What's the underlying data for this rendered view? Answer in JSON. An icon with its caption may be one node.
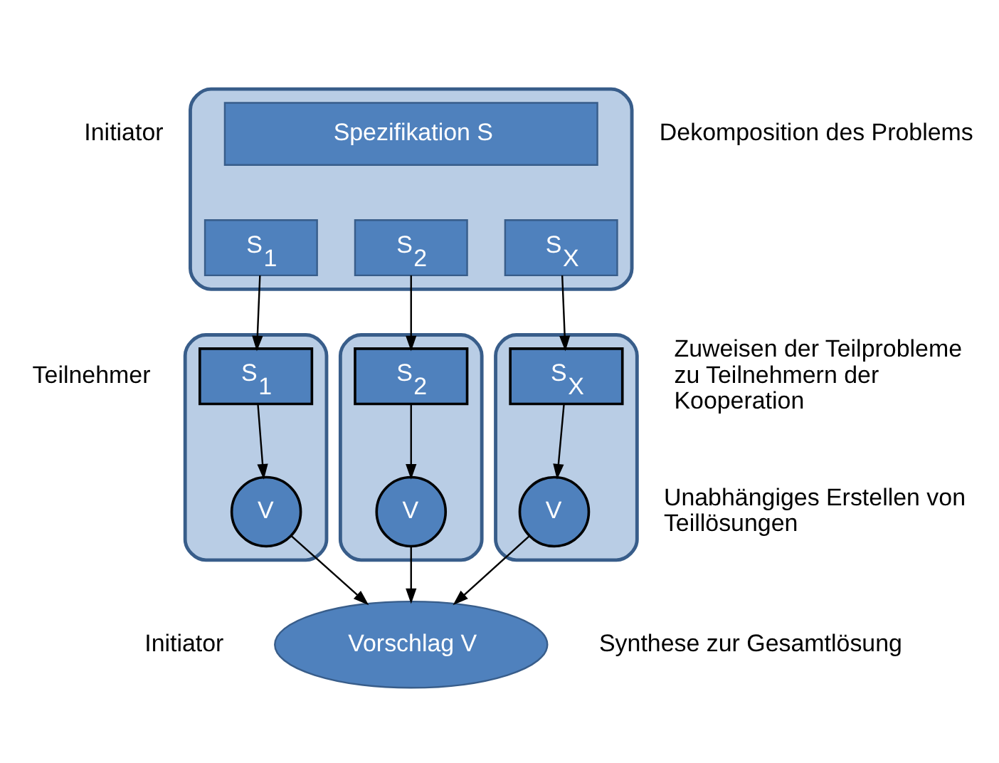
{
  "diagram": {
    "nodes": [
      {
        "text": [],
        "shape": "box"
      },
      {
        "text": [
          "Spezifikation S"
        ],
        "in": 0
      },
      {
        "text": [
          "S$_{1}$"
        ],
        "in": 0
      },
      {
        "text": [
          "S$_{2}$"
        ],
        "in": 0
      },
      {
        "text": [
          "S$_{X}$"
        ],
        "in": 0
      },
      {
        "text": [],
        "shape": "box"
      },
      {
        "text": [
          "S$_{1}$"
        ],
        "in": 5
      },
      {
        "text": [
          "V"
        ],
        "in": 5
      },
      {
        "text": [],
        "shape": "box"
      },
      {
        "text": [
          "S$_{2}$"
        ],
        "in": 8
      },
      {
        "text": [
          "V"
        ],
        "in": 8
      },
      {
        "text": [],
        "shape": "box"
      },
      {
        "text": [
          "S$_{X}$"
        ],
        "in": 11
      },
      {
        "text": [
          "V"
        ],
        "in": 11
      },
      {
        "text": [
          "Vorschlag V"
        ]
      }
    ],
    "edges": [
      {
        "from": 2,
        "to": 6,
        "arrow": "to"
      },
      {
        "from": 3,
        "to": 9,
        "arrow": "to"
      },
      {
        "from": 4,
        "to": 12,
        "arrow": "to"
      },
      {
        "from": 6,
        "to": 7,
        "arrow": "to"
      },
      {
        "from": 9,
        "to": 10,
        "arrow": "to"
      },
      {
        "from": 12,
        "to": 13,
        "arrow": "to"
      },
      {
        "from": 7,
        "to": 14,
        "arrow": "to"
      },
      {
        "from": 10,
        "to": 14,
        "arrow": "to"
      },
      {
        "from": 13,
        "to": 14,
        "arrow": "to"
      }
    ],
    "labels": [
      "Initiator",
      "Dekomposition des Problems",
      "Teilnehmer",
      "Zuweisen der Teilprobleme zu Teilnehmern der Kooperation",
      "Unabhängiges Erstellen von Teillösungen",
      "Initiator",
      "Synthese zur Gesamtlösung"
    ]
  }
}
